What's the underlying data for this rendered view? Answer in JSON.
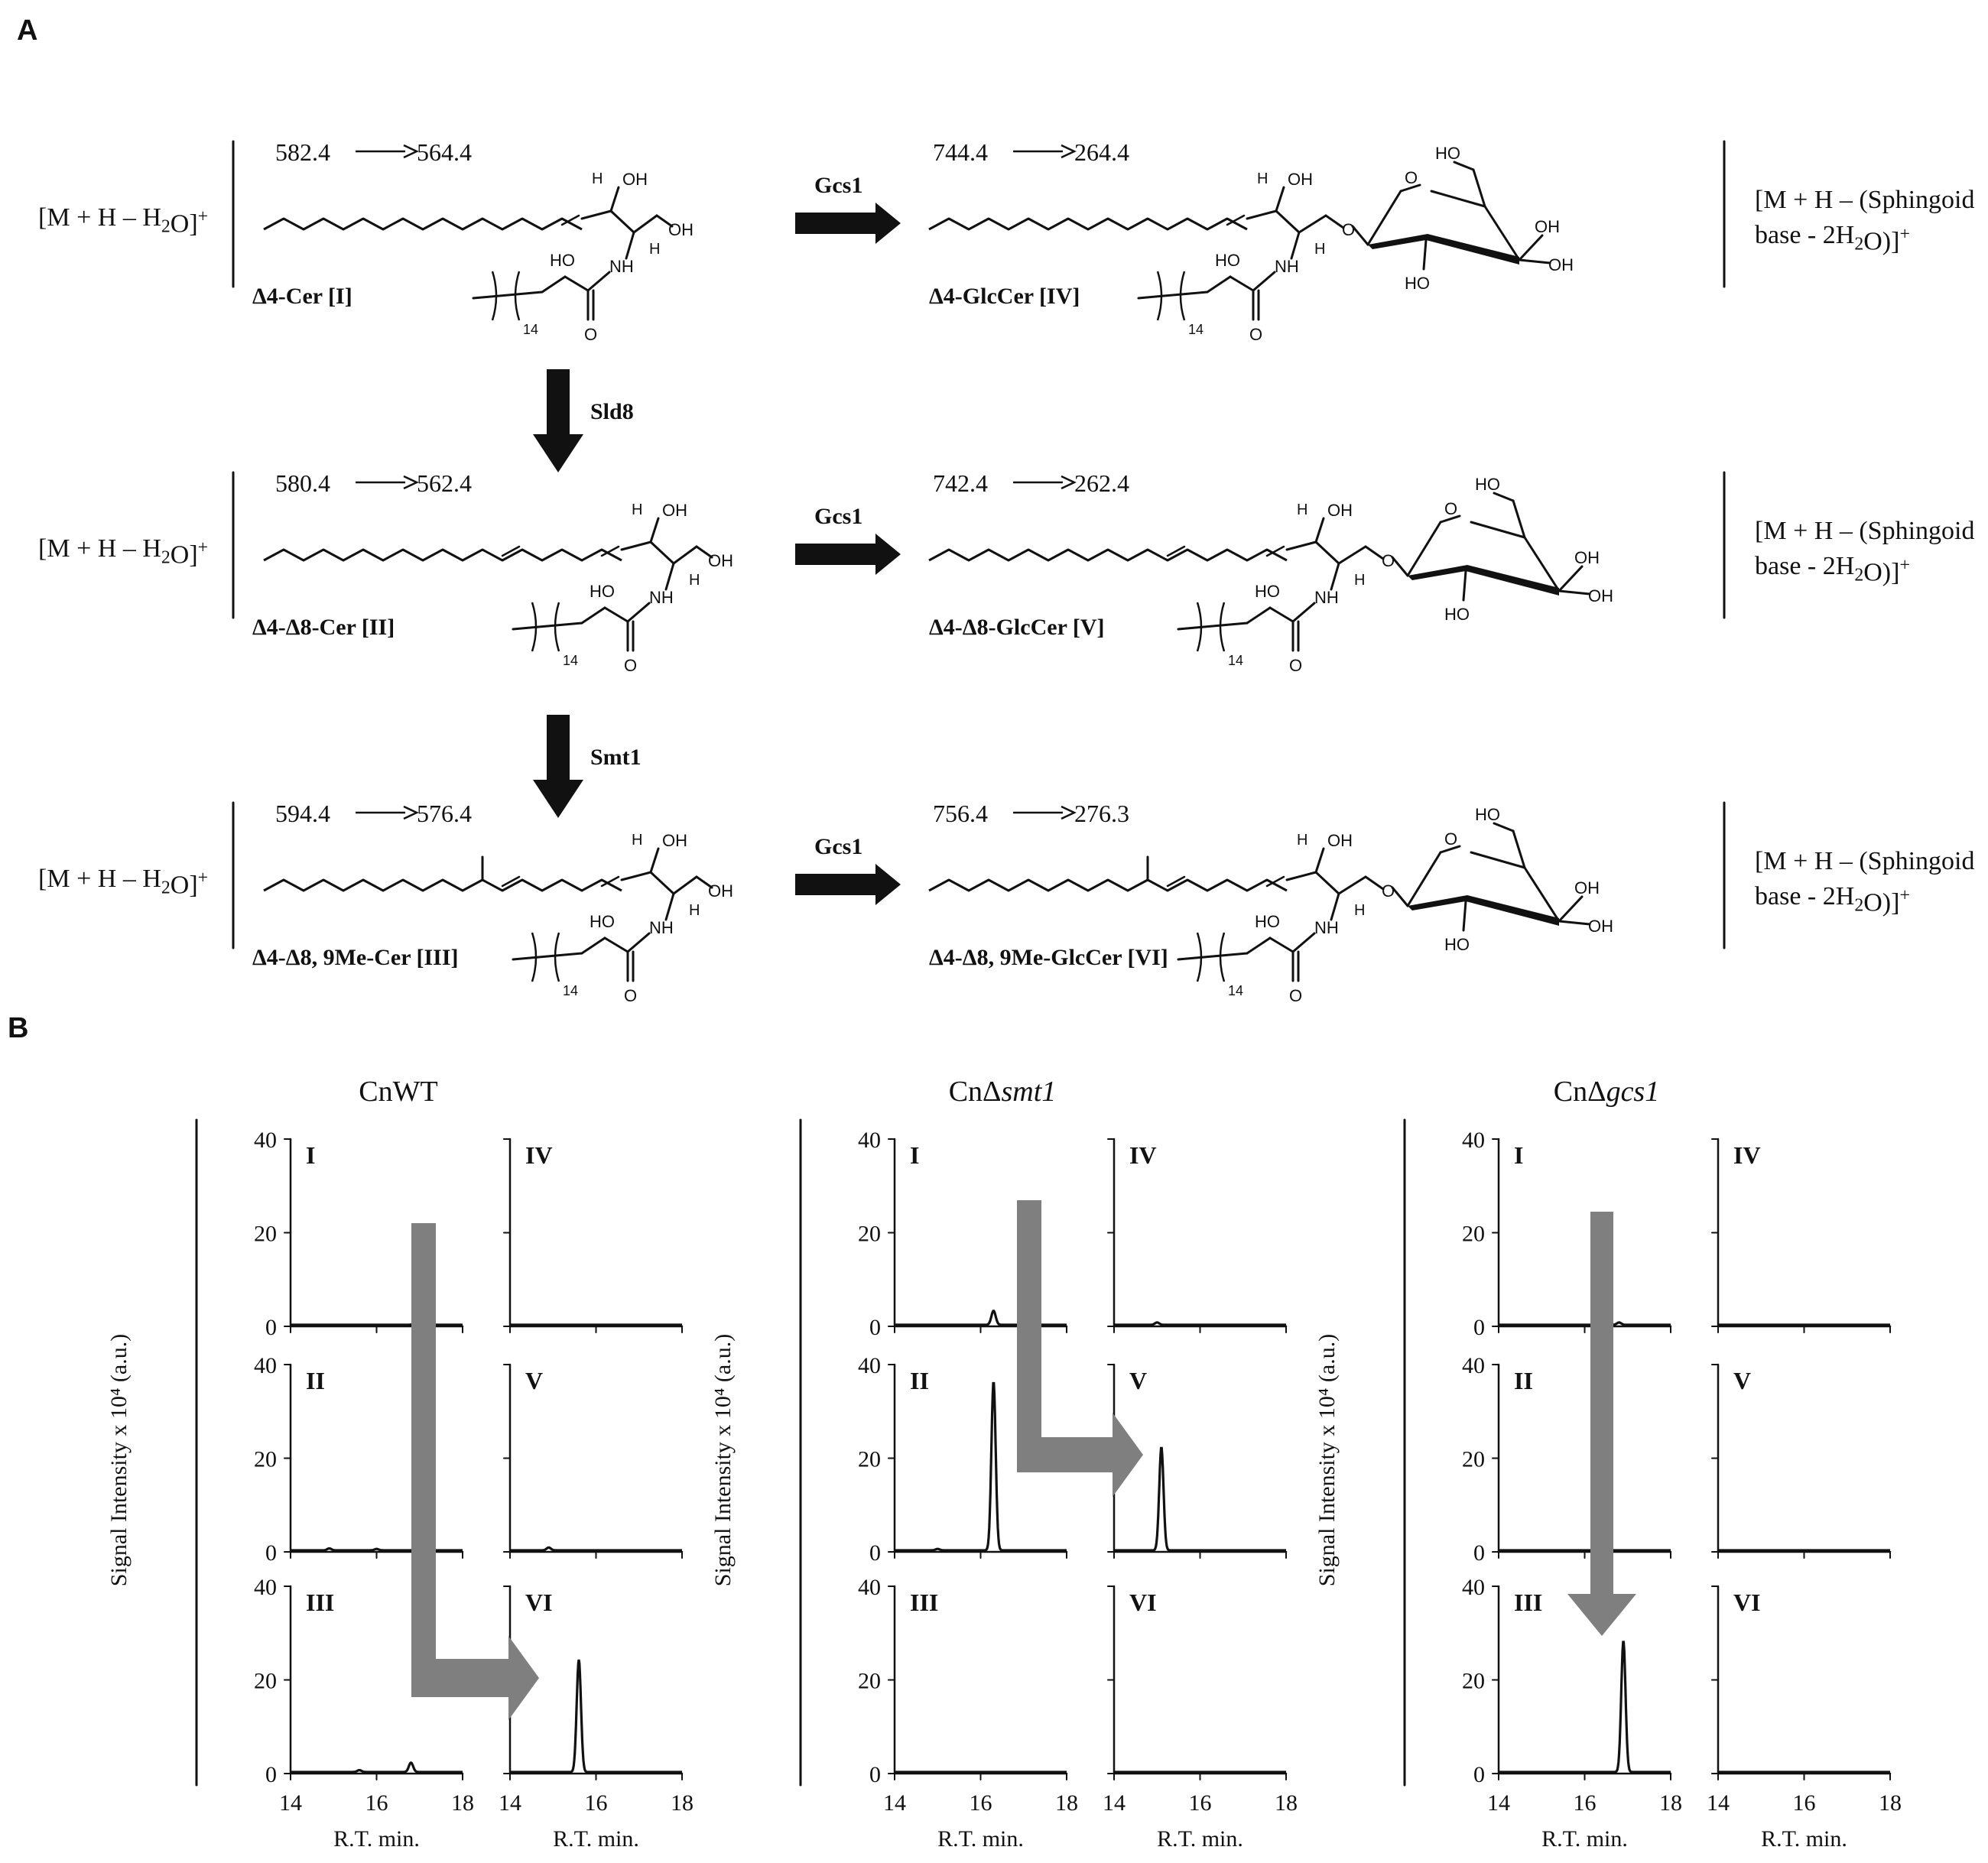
{
  "panel_a": {
    "label": "A",
    "steps": [
      {
        "transition_left": "582.4",
        "transition_left_to": "564.4",
        "ion_left": "[M + H – H2O]+",
        "cer_name": "Δ4-Cer [I]",
        "transition_right": "744.4",
        "transition_right_to": "264.4",
        "glc_name": "Δ4-GlcCer [IV]",
        "ion_right_1": "[M + H – (Sphingoid",
        "ion_right_2": "base - 2H2O)]+",
        "enzyme": "Gcs1"
      },
      {
        "transition_left": "580.4",
        "transition_left_to": "562.4",
        "ion_left": "[M + H – H2O]+",
        "cer_name": "Δ4-Δ8-Cer [II]",
        "transition_right": "742.4",
        "transition_right_to": "262.4",
        "glc_name": "Δ4-Δ8-GlcCer [V]",
        "ion_right_1": "[M + H – (Sphingoid",
        "ion_right_2": "base - 2H2O)]+",
        "enzyme": "Gcs1"
      },
      {
        "transition_left": "594.4",
        "transition_left_to": "576.4",
        "ion_left": "[M + H – H2O]+",
        "cer_name": "Δ4-Δ8, 9Me-Cer [III]",
        "transition_right": "756.4",
        "transition_right_to": "276.3",
        "glc_name": "Δ4-Δ8, 9Me-GlcCer [VI]",
        "ion_right_1": "[M + H – (Sphingoid",
        "ion_right_2": "base - 2H2O)]+",
        "enzyme": "Gcs1"
      }
    ],
    "down_enzymes": [
      "Sld8",
      "Smt1"
    ],
    "atom_labels": {
      "h": "H",
      "oh": "OH",
      "ho": "HO",
      "nh": "NH",
      "o": "O",
      "n14": "14"
    }
  },
  "panel_b": {
    "label": "B",
    "ylabel": "Signal Intensity x 10⁴ (a.u.)",
    "xlabel": "R.T. min.",
    "strains": [
      {
        "prefix": "Cn",
        "name": "WT",
        "italic": false
      },
      {
        "prefix": "CnΔ",
        "name": "smt1",
        "italic": true
      },
      {
        "prefix": "CnΔ",
        "name": "gcs1",
        "italic": true
      }
    ],
    "panel_labels": [
      "I",
      "IV",
      "II",
      "V",
      "III",
      "VI"
    ]
  },
  "chart_data": {
    "type": "line",
    "xlabel": "R.T. min.",
    "ylabel": "Signal Intensity x 10⁴ (a.u.)",
    "xlim": [
      14,
      18
    ],
    "ylim": [
      0,
      40
    ],
    "x_ticks": [
      14,
      16,
      18
    ],
    "y_ticks": [
      0,
      20,
      40
    ],
    "grid": false,
    "groups": [
      {
        "strain": "CnWT",
        "panels": {
          "I": {
            "peaks": [
              {
                "x": 16.9,
                "y": 0.3
              }
            ]
          },
          "II": {
            "peaks": [
              {
                "x": 14.9,
                "y": 0.4
              },
              {
                "x": 16.0,
                "y": 0.3
              }
            ]
          },
          "III": {
            "peaks": [
              {
                "x": 15.6,
                "y": 0.4
              },
              {
                "x": 16.8,
                "y": 2.0
              }
            ]
          },
          "IV": {
            "peaks": []
          },
          "V": {
            "peaks": [
              {
                "x": 14.9,
                "y": 0.6
              }
            ]
          },
          "VI": {
            "peaks": [
              {
                "x": 15.6,
                "y": 24
              }
            ]
          }
        }
      },
      {
        "strain": "CnΔsmt1",
        "panels": {
          "I": {
            "peaks": [
              {
                "x": 16.3,
                "y": 3.0
              }
            ]
          },
          "II": {
            "peaks": [
              {
                "x": 15.0,
                "y": 0.3
              },
              {
                "x": 16.3,
                "y": 36
              }
            ]
          },
          "III": {
            "peaks": []
          },
          "IV": {
            "peaks": [
              {
                "x": 15.0,
                "y": 0.5
              }
            ]
          },
          "V": {
            "peaks": [
              {
                "x": 15.1,
                "y": 22
              }
            ]
          },
          "VI": {
            "peaks": []
          }
        }
      },
      {
        "strain": "CnΔgcs1",
        "panels": {
          "I": {
            "peaks": [
              {
                "x": 16.8,
                "y": 0.5
              }
            ]
          },
          "II": {
            "peaks": [
              {
                "x": 16.3,
                "y": 0.8
              }
            ]
          },
          "III": {
            "peaks": [
              {
                "x": 16.9,
                "y": 28
              }
            ]
          },
          "IV": {
            "peaks": []
          },
          "V": {
            "peaks": []
          },
          "VI": {
            "peaks": []
          }
        }
      }
    ]
  }
}
